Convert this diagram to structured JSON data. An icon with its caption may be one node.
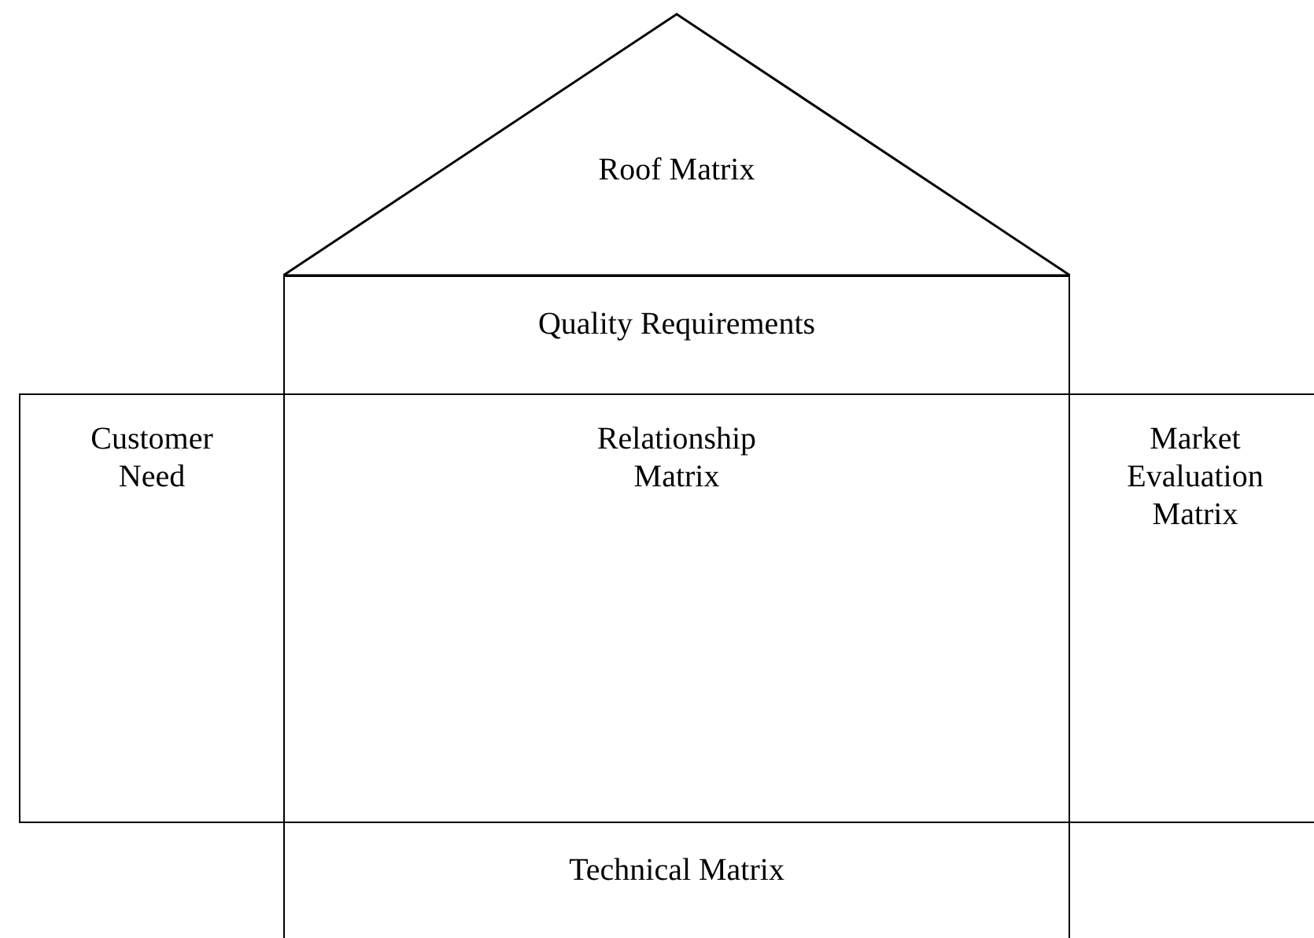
{
  "diagram": {
    "nodes": [
      {
        "text": [
          "Roof Matrix"
        ]
      },
      {
        "text": [
          "Quality Requirements"
        ]
      },
      {
        "text": [
          "Customer Need"
        ]
      },
      {
        "text": [
          "Relationship Matrix"
        ]
      },
      {
        "text": [
          "Market Evaluation Matrix"
        ]
      },
      {
        "text": [
          "Technical Matrix"
        ]
      }
    ]
  }
}
